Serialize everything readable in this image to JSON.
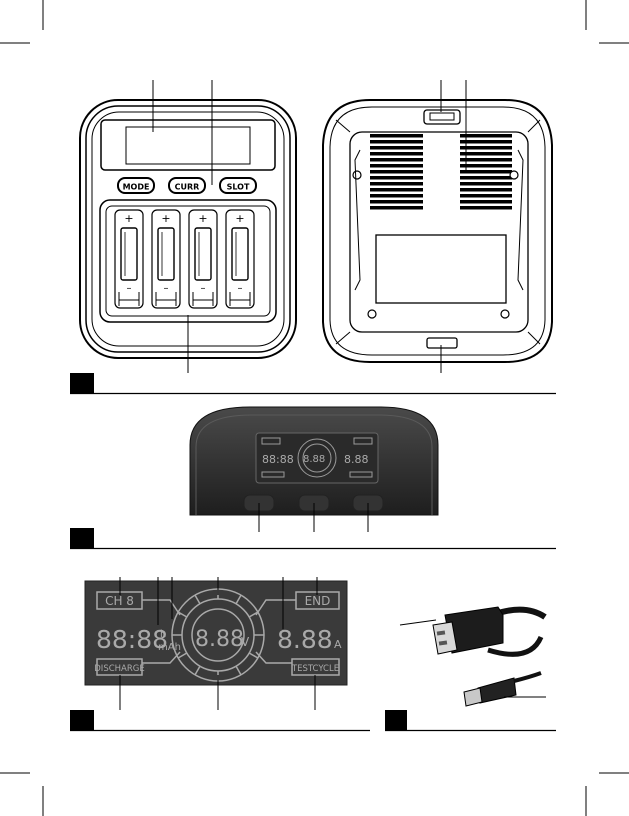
{
  "front_panel": {
    "buttons": [
      "MODE",
      "CURR",
      "SLOT"
    ],
    "cell_polarity": {
      "positive": "+",
      "negative": "–"
    }
  },
  "lcd": {
    "ch_label": "CH 8",
    "end_label": "END",
    "time_value": "88:88",
    "h_unit": "h",
    "mah_unit": "mAh",
    "volt_value": "8.88",
    "volt_unit": "V",
    "amp_value": "8.88",
    "amp_unit": "A",
    "discharge_label": "DISCHARGE",
    "testcycle_label": "TESTCYCLE"
  },
  "colors": {
    "line": "#000000",
    "lcd_background": "#3a3a3a",
    "lcd_segments": "#a9a9a9",
    "charger_body": "#2d2d2d",
    "section_marker": "#000000"
  }
}
